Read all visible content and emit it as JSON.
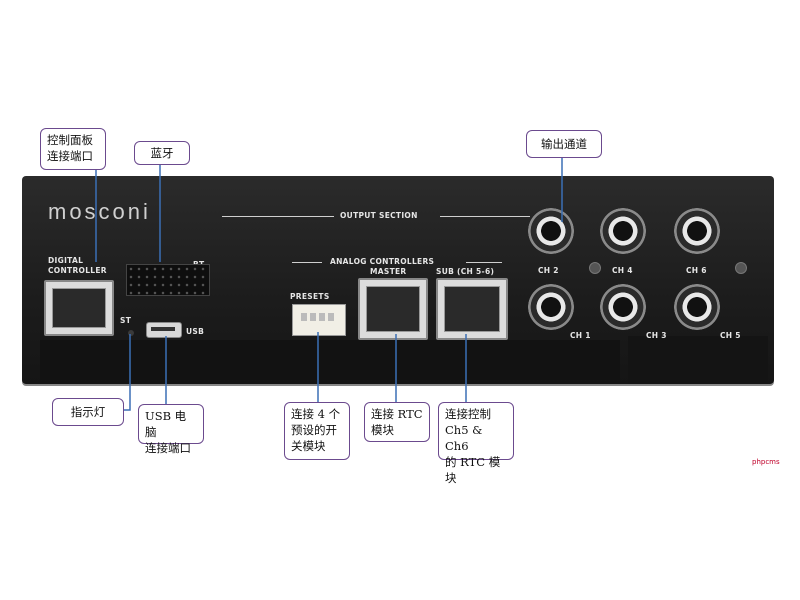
{
  "device": {
    "brand": "mosconi",
    "output_section_label": "OUTPUT SECTION",
    "analog_controllers_label": "ANALOG CONTROLLERS",
    "digital_controller_label_1": "DIGITAL",
    "digital_controller_label_2": "CONTROLLER",
    "bt_label": "BT",
    "st_label": "ST",
    "usb_label": "USB",
    "presets_label": "PRESETS",
    "master_label": "MASTER",
    "sub_label": "SUB (CH 5-6)",
    "channels": {
      "ch2": "CH 2",
      "ch4": "CH 4",
      "ch6": "CH 6",
      "ch1": "CH 1",
      "ch3": "CH 3",
      "ch5": "CH 5"
    }
  },
  "callouts": {
    "control_panel_line1": "控制面板",
    "control_panel_line2": "连接端口",
    "bluetooth": "蓝牙",
    "output_channels": "输出通道",
    "indicator": "指示灯",
    "usb_line1": "USB 电脑",
    "usb_line2": "连接端口",
    "presets_line1": "连接 4 个",
    "presets_line2": "预设的开",
    "presets_line3": "关模块",
    "rtc_line1": "连接 RTC",
    "rtc_line2": "模块",
    "sub_rtc_line1": "连接控制",
    "sub_rtc_line2": "Ch5 & Ch6",
    "sub_rtc_line3": "的 RTC 模块"
  },
  "watermark": "phpcms",
  "colors": {
    "callout_border": "#6b4a8e",
    "leader_line": "#3b6fb5"
  }
}
